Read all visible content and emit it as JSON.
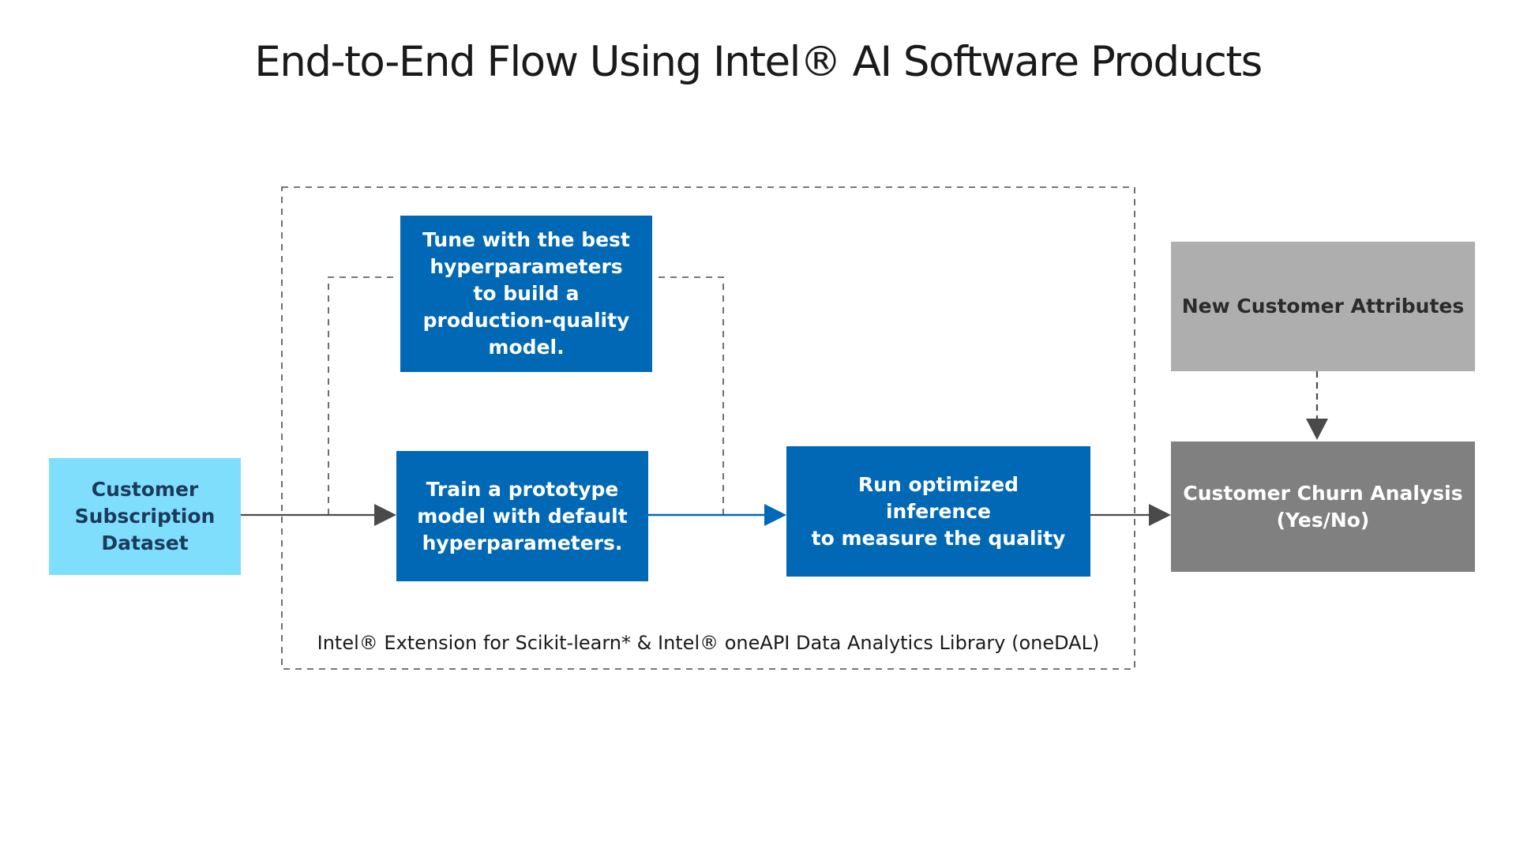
{
  "title": "End-to-End Flow Using Intel® AI Software Products",
  "nodes": {
    "dataset": "Customer\nSubscription\nDataset",
    "tune": "Tune with the best\nhyperparameters\nto build a\nproduction-quality\nmodel.",
    "train": "Train a prototype\nmodel with default\nhyperparameters.",
    "run": "Run optimized\ninference\nto measure the quality",
    "attributes": "New Customer Attributes",
    "churn": "Customer Churn Analysis\n(Yes/No)"
  },
  "container_label": "Intel® Extension for Scikit-learn* & Intel® oneAPI Data Analytics Library (oneDAL)",
  "colors": {
    "blue": "#0068b5",
    "cyan": "#7fdefc",
    "light_gray": "#aeaeae",
    "dark_gray": "#808080",
    "arrow_gray": "#4a4a4a"
  }
}
